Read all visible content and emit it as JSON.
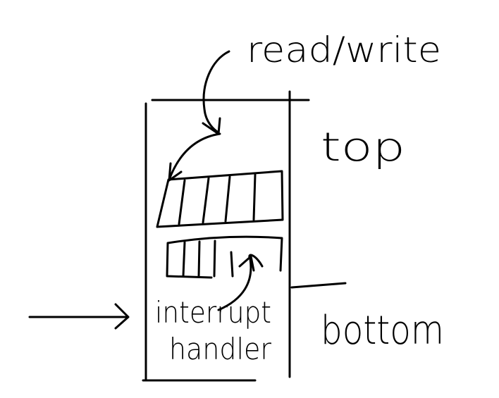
{
  "labels": {
    "read_write": "read/write",
    "top": "top",
    "bottom": "bottom",
    "interrupt": "interrupt",
    "handler": "handler"
  }
}
